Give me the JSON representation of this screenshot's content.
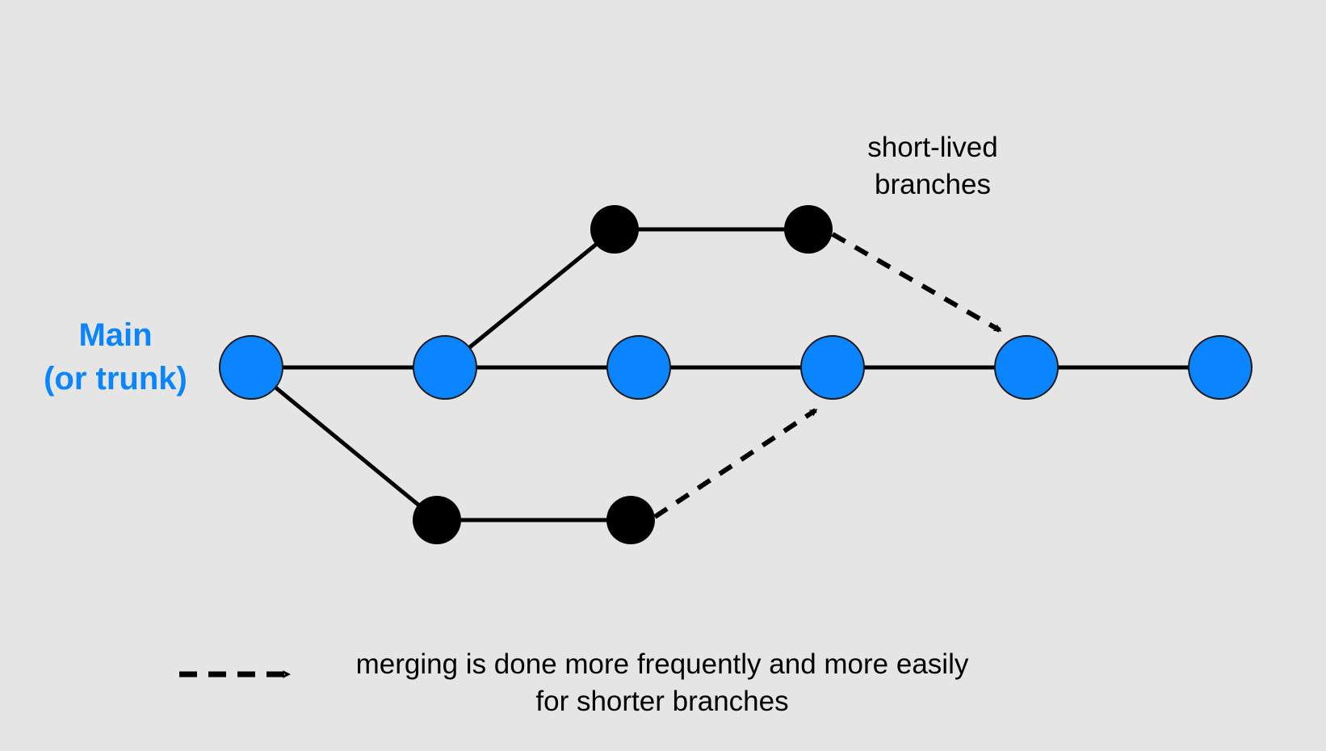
{
  "main_label": {
    "line1": "Main",
    "line2": "(or trunk)"
  },
  "branches_label": {
    "line1": "short-lived",
    "line2": "branches"
  },
  "legend": {
    "line1": "merging is done more frequently and more easily",
    "line2": "for shorter branches"
  },
  "colors": {
    "background": "#e5e5e5",
    "trunk_node": "#0a84ff",
    "branch_node": "#000000",
    "edge": "#000000",
    "accent_text": "#0a84ff"
  }
}
